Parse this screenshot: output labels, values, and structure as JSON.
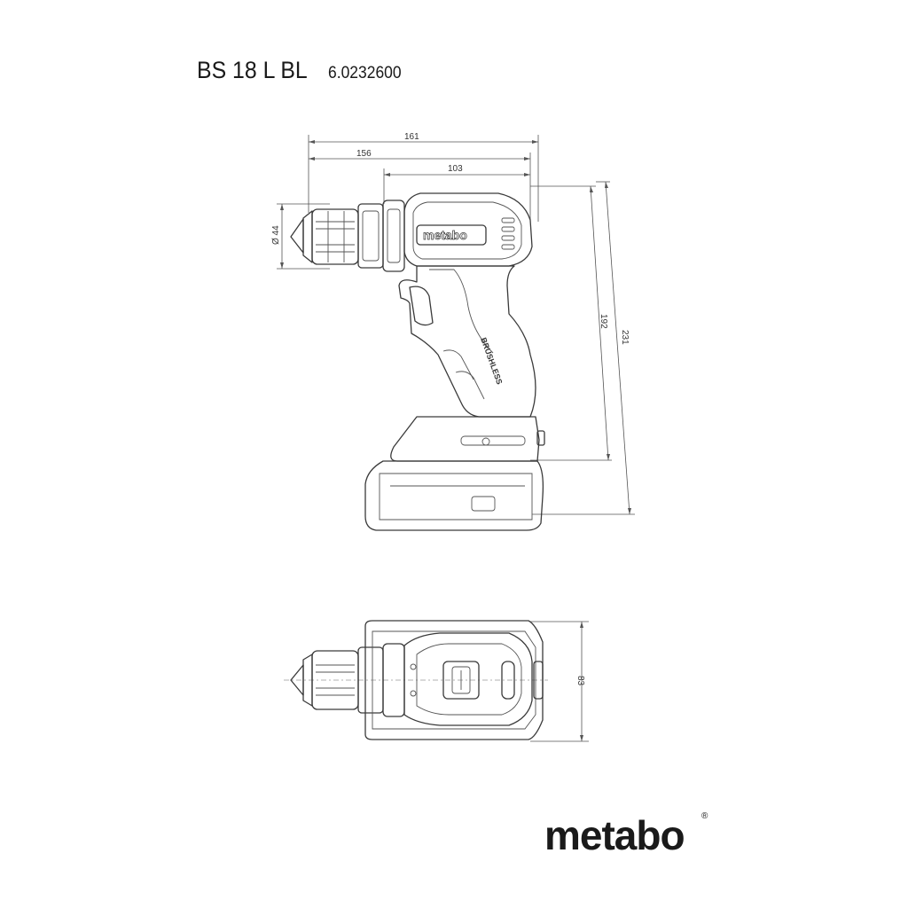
{
  "header": {
    "model": "BS 18 L BL",
    "article_number": "6.0232600"
  },
  "dimensions": {
    "overall_length": "161",
    "length_without_battery": "156",
    "head_length": "103",
    "chuck_diameter": "Ø 44",
    "height": "192",
    "height_with_battery": "231",
    "width": "83"
  },
  "tool_labels": {
    "housing_logo": "metabo",
    "grip_text": "BRUSHLESS"
  },
  "brand": {
    "logo": "metabo",
    "registered": "®"
  }
}
